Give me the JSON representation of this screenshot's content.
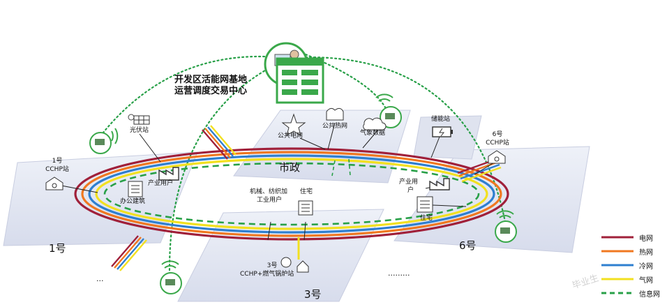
{
  "center_title": [
    "开发区活能网基地",
    "运营调度交易中心"
  ],
  "zones": {
    "z1": "1号",
    "municipal": "市政",
    "z3": "3号",
    "z6": "6号",
    "more_left": "...",
    "more_right": "........."
  },
  "facilities": {
    "pv_station": "光伏站",
    "cchp1": [
      "1号",
      "CCHP站"
    ],
    "industry_user_left": "产业用户",
    "office": "办公建筑",
    "public_grid": "公共电网",
    "public_heat": "公共热网",
    "weather_data": "气象数据",
    "storage": "储能站",
    "cchp6": [
      "6号",
      "CCHP站"
    ],
    "industry_user_right": [
      "产业用",
      "户"
    ],
    "residence_right": "住宅",
    "mech_textile": [
      "机械、纺织加",
      "工业用户"
    ],
    "residence_mid": "住宅",
    "cchp3": [
      "3号",
      "CCHP+燃气锅炉站"
    ]
  },
  "legend": [
    {
      "label": "电网",
      "color": "#a0203a",
      "dash": false
    },
    {
      "label": "热网",
      "color": "#f07820",
      "dash": false
    },
    {
      "label": "冷网",
      "color": "#2e7fd0",
      "dash": false
    },
    {
      "label": "气网",
      "color": "#f2e020",
      "dash": false
    },
    {
      "label": "信息网",
      "color": "#28a048",
      "dash": true
    }
  ],
  "watermark": "毕业生"
}
